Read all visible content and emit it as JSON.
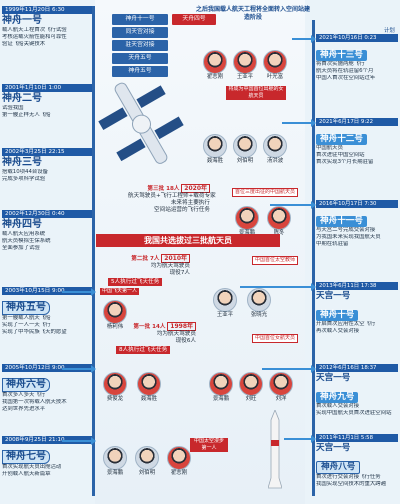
{
  "header": {
    "chips": [
      "神舟十一号",
      "同天宫对接",
      "驻天宫对接",
      "天舟五号",
      "神舟五号"
    ],
    "red_chip": "天舟四号",
    "banner": "之后我国载人航天工程将全面转入空间站建造阶段"
  },
  "left_events": [
    {
      "date": "1999年11月20日 6:30",
      "title": "神舟一号",
      "desc": [
        "载人航天工程首次飞行试验",
        "考核运载火箭性能和可靠性",
        "验证飞船关键技术"
      ]
    },
    {
      "date": "2001年1月10日 1:00",
      "title": "神舟二号",
      "desc": [
        "试验我国",
        "第一艘正样无人飞船"
      ]
    },
    {
      "date": "2002年3月25日 22:15",
      "title": "神舟三号",
      "desc": [
        "搭载10项44台设备",
        "完成多项科学试验"
      ]
    },
    {
      "date": "2002年12月30日 0:40",
      "title": "神舟四号",
      "desc": [
        "载人航天应用系统",
        "航天员模拟生保系统",
        "全面参加了试验"
      ]
    },
    {
      "date": "2003年10月15日 9:00",
      "title": "神舟五号",
      "desc": [
        "第一艘载人航天飞船",
        "实现了一人一天飞行",
        "实现了中华民族飞天的愿望"
      ]
    },
    {
      "date": "2005年10月12日 9:00",
      "title": "神舟六号",
      "desc": [
        "首次多人多天飞行",
        "我国第一次将载人航天技术",
        "达到世界先进水平"
      ]
    },
    {
      "date": "2008年9月25日 21:10",
      "title": "神舟七号",
      "desc": [
        "首次实现航天员出舱活动",
        "开创载人航天新篇章"
      ]
    }
  ],
  "right_events": [
    {
      "date": "2021年10月16日 0:23",
      "title": "神舟十三号",
      "desc": [
        "将首次实施两舱飞行",
        "航天员将在轨驻留6个月",
        "中国人首次在空间站过年"
      ]
    },
    {
      "date": "2021年6月17日 9:22",
      "title": "神舟十二号",
      "desc": [
        "中国航天员",
        "首次进驻中国空间站",
        "首次实现3个月长期驻留"
      ]
    },
    {
      "date": "2016年10月17日 7:30",
      "title": "神舟十一号",
      "desc": [
        "与天宫二号完成交会对接",
        "为我国未来实现我国航天员",
        "中期在轨驻留"
      ]
    },
    {
      "date": "2013年6月11日 17:38",
      "title": "天宫一号",
      "title2": "神舟十号",
      "desc": [
        "开启首次应用性太空飞行",
        "再次载人交会对接"
      ]
    },
    {
      "date": "2012年6月16日 18:37",
      "title": "天宫一号",
      "title2": "神舟九号",
      "desc": [
        "首次载人交会对接",
        "实现中国航天员首次进驻空间站"
      ]
    },
    {
      "date": "2011年11月1日 5:58",
      "title": "天宫一号",
      "title2": "神舟八号",
      "desc": [
        "首次进行交会对接飞行任务",
        "我国实现空间技术的重大跨越"
      ]
    }
  ],
  "plan_label": "计划",
  "astronauts": {
    "sz13": [
      "翟志刚",
      "王亚平",
      "叶光富"
    ],
    "sz12": [
      "聂海胜",
      "刘伯明",
      "汤洪波"
    ],
    "sz11": [
      "景海鹏",
      "陈冬"
    ],
    "sz10": [
      "王亚平",
      "张晓光"
    ],
    "sz5": [
      "杨利伟"
    ],
    "sz9": [
      "景海鹏",
      "刘旺",
      "刘洋"
    ],
    "sz6": [
      "费俊龙",
      "聂海胜"
    ],
    "sz7": [
      "景海鹏",
      "刘伯明",
      "翟志刚"
    ]
  },
  "labels": {
    "female_first": "将成为中国首位出舱的女航天员",
    "batch3": "第三批 18人",
    "batch3_year": "2020年",
    "batch3_desc": [
      "航天驾驶员+飞行工程师+载荷专家",
      "未来将主要执行",
      "空间站运营的飞行任务"
    ],
    "headline": "我国共选拔过三批航天员",
    "batch2": "第二批 7人",
    "batch2_year": "2010年",
    "batch2_desc": [
      "均为航天驾驶员",
      "现役7人"
    ],
    "batch2_exec": "5人执行过飞天任务",
    "batch1": "第一批 14人",
    "batch1_year": "1998年",
    "batch1_desc": [
      "均为航天驾驶员",
      "现役6人"
    ],
    "batch1_exec": "8人执行过飞天任务",
    "first_teacher": "中国首位太空教师",
    "first_female": "中国首位女航天员",
    "first_space": "中国飞天第一人",
    "first_eva": "中国太空漫步第一人",
    "first_sz11": "首位三度出征的中国航天员"
  }
}
